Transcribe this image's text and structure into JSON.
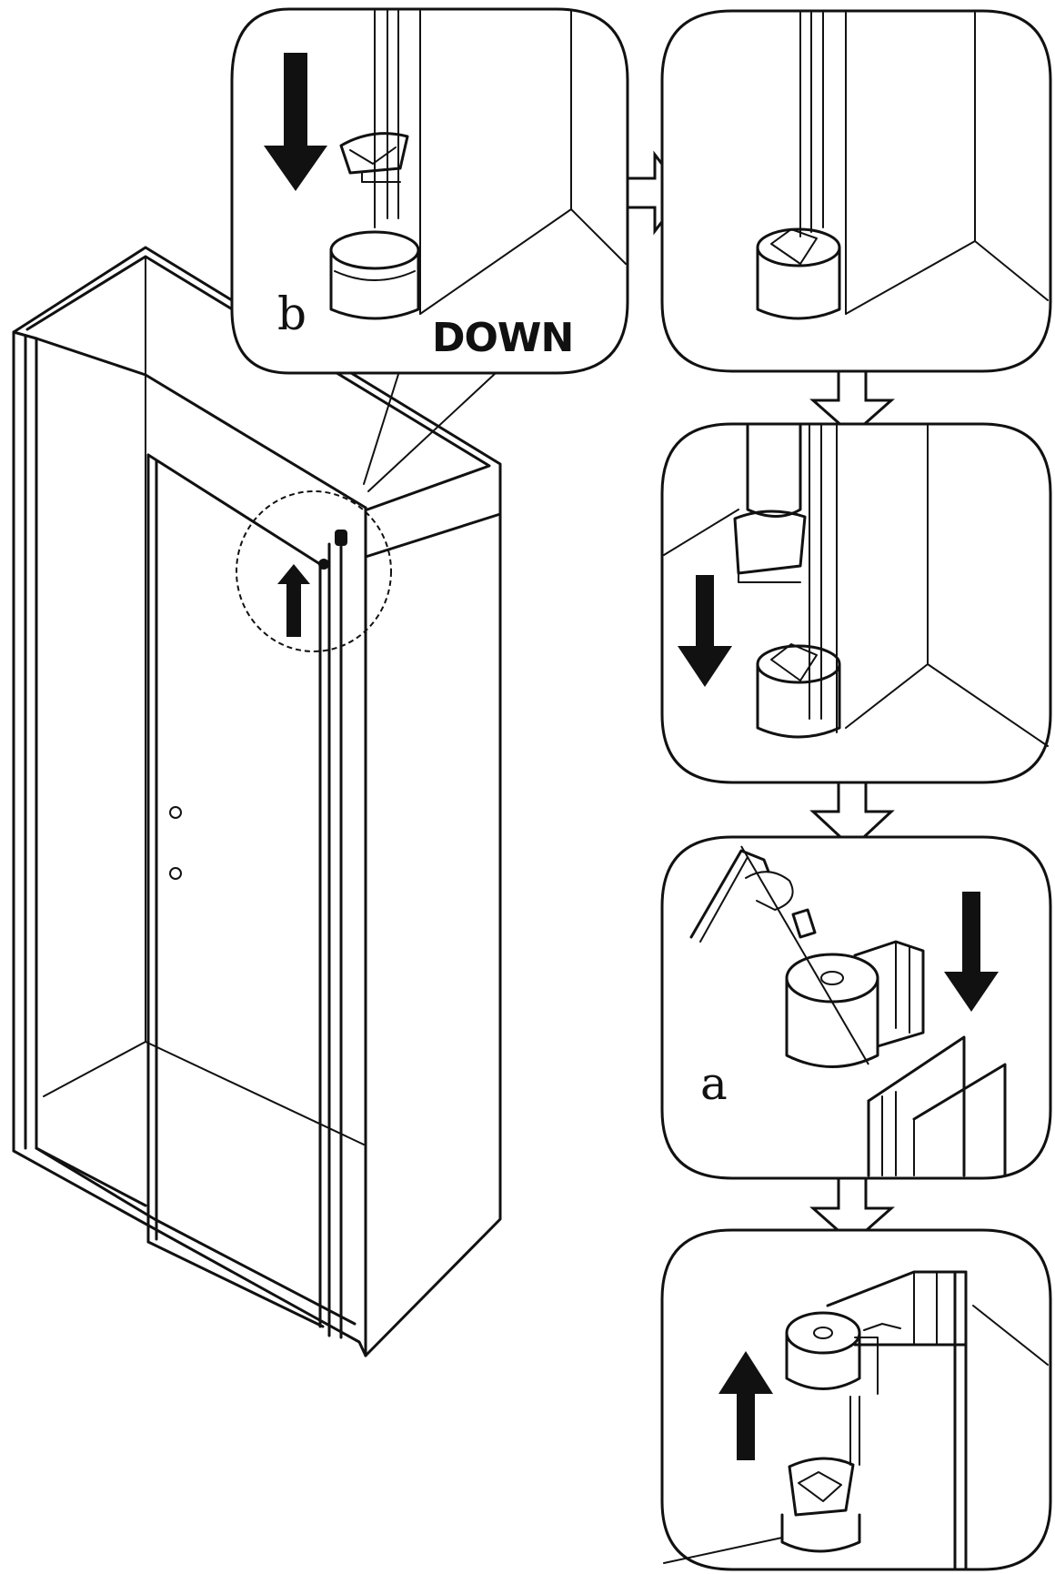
{
  "diagram": {
    "labels": {
      "step_b": "b",
      "step_a": "a",
      "direction": "DOWN"
    },
    "colors": {
      "ink": "#111111",
      "paper": "#ffffff"
    },
    "icons": [
      "down-arrow-icon",
      "up-arrow-icon",
      "hex-key-icon",
      "flow-arrow-icon"
    ]
  }
}
